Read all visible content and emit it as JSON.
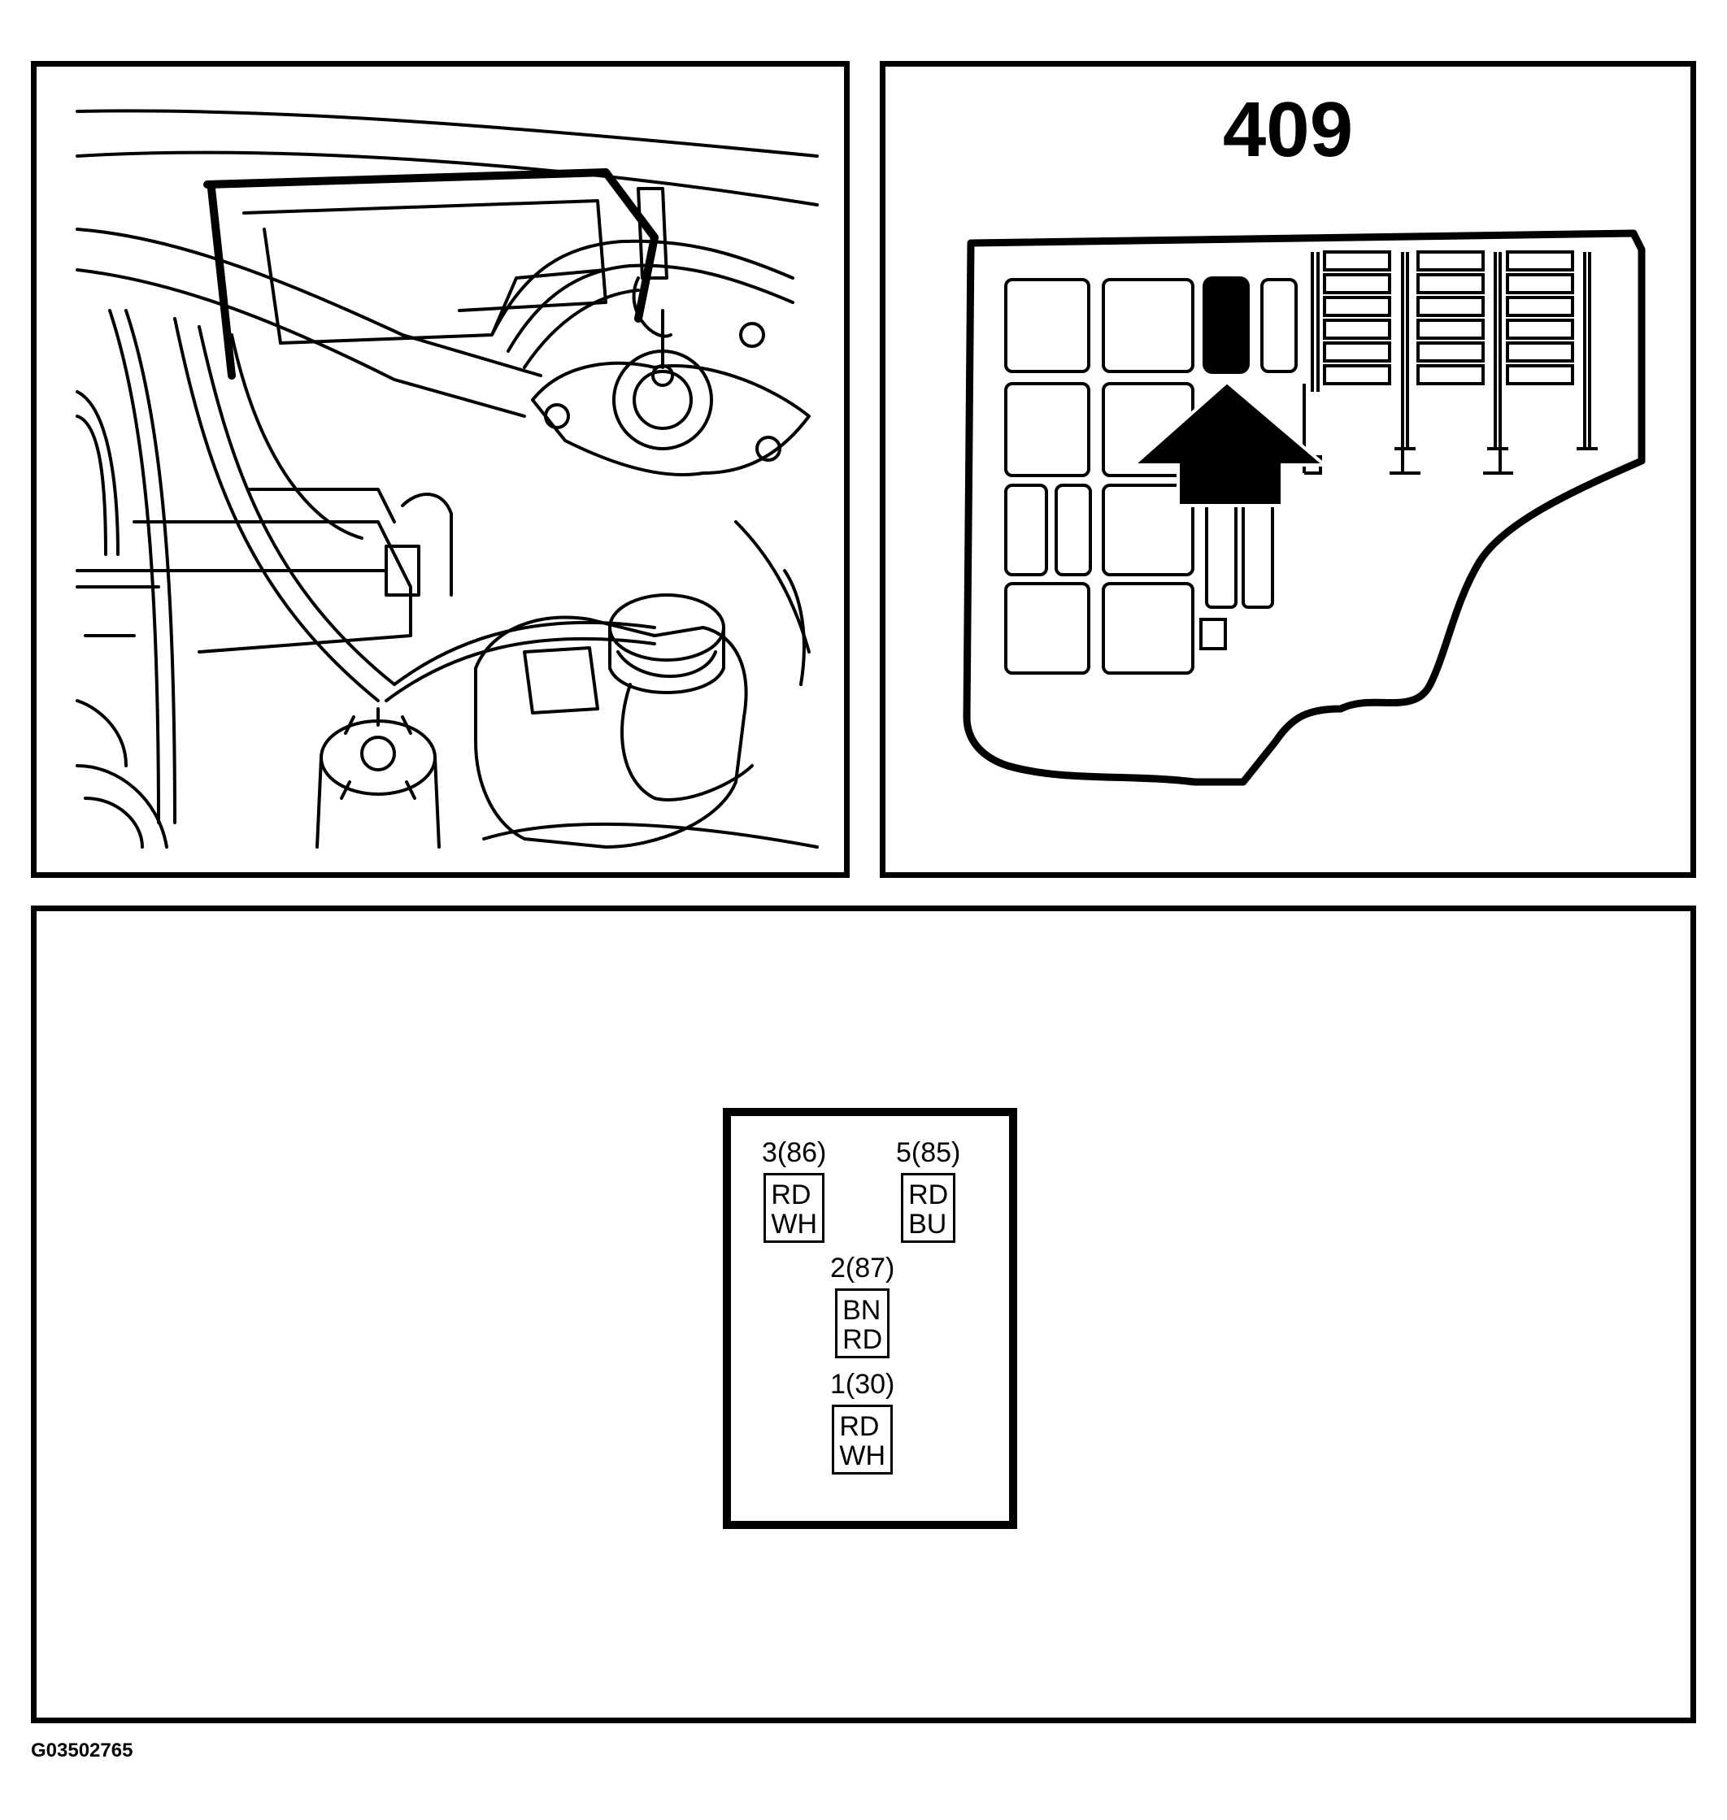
{
  "fuse_box": {
    "relay_number": "409"
  },
  "connector": {
    "pins": [
      {
        "id": "3(86)",
        "wires": [
          "RD",
          "WH"
        ]
      },
      {
        "id": "5(85)",
        "wires": [
          "RD",
          "BU"
        ]
      },
      {
        "id": "2(87)",
        "wires": [
          "BN",
          "RD"
        ]
      },
      {
        "id": "1(30)",
        "wires": [
          "RD",
          "WH"
        ]
      }
    ]
  },
  "figure_code": "G03502765"
}
